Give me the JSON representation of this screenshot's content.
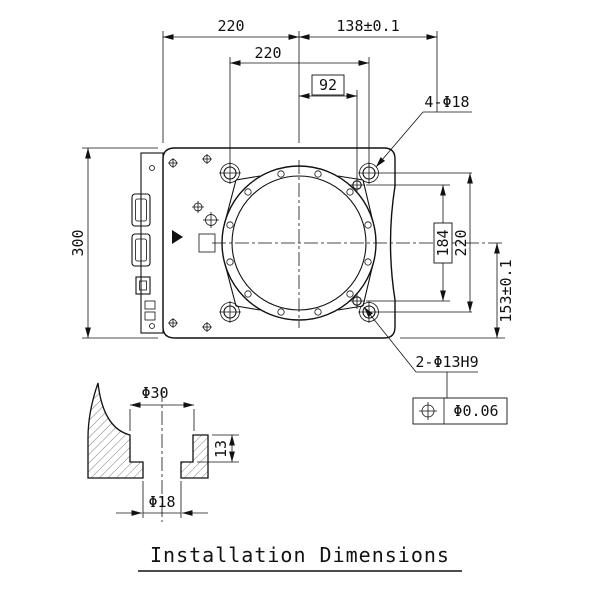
{
  "drawing_title": "Installation Dimensions",
  "colors": {
    "line": "#111111",
    "background": "#ffffff"
  },
  "main_view": {
    "dims": {
      "top_left_width": "220",
      "top_right_width": "138±0.1",
      "hole_spacing_horizontal": "220",
      "basic_center_to_dowel": "92",
      "overall_height": "300",
      "dowel_spacing_vertical": "184",
      "hole_spacing_vertical": "220",
      "center_to_bottom": "153±0.1"
    },
    "labels": {
      "corner_holes": "4-Φ18",
      "dowel_holes": "2-Φ13H9"
    },
    "gdt_frame": {
      "symbol": "position",
      "tolerance": "Φ0.06"
    }
  },
  "section_view": {
    "dims": {
      "counterbore_diameter": "Φ30",
      "counterbore_depth": "13",
      "hole_diameter": "Φ18"
    }
  }
}
